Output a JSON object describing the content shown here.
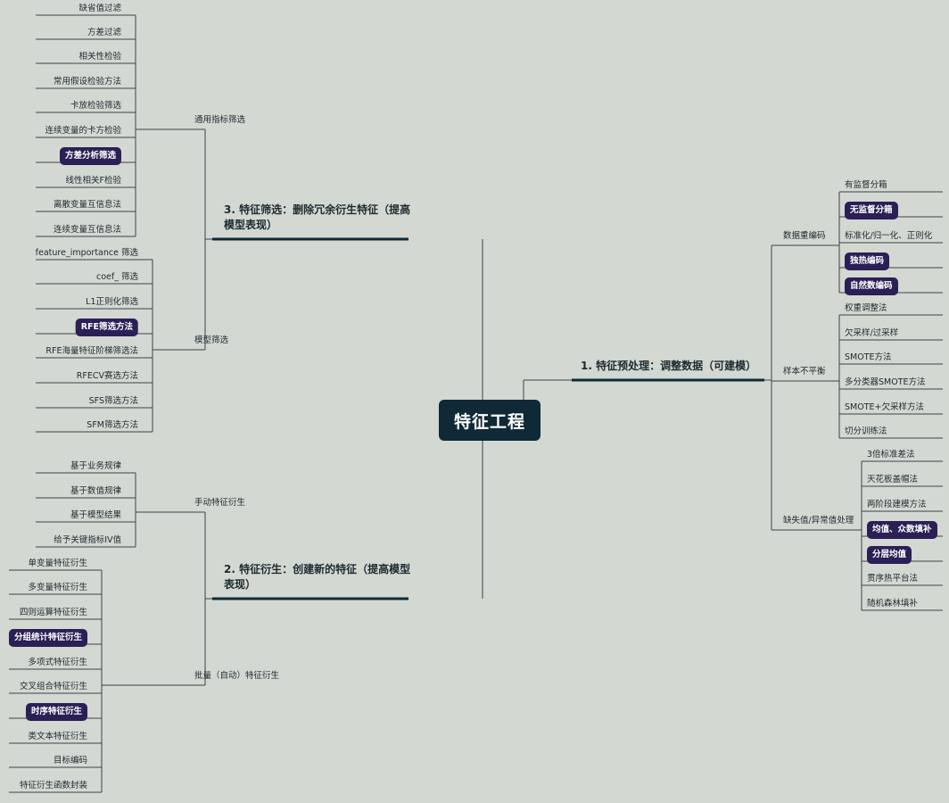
{
  "root": {
    "label": "特征工程"
  },
  "colors": {
    "background": "#d3d8d3",
    "root_fill": "#0f2a36",
    "highlight_fill": "#2b1f55",
    "line": "#3c4446",
    "branch_line": "#0f2a36"
  },
  "branches": [
    {
      "label": "1. 特征预处理：调整数据（可建模）",
      "groups": [
        {
          "label": "数据重编码",
          "items": [
            {
              "label": "有监督分箱"
            },
            {
              "label": "无监督分箱",
              "highlight": true
            },
            {
              "label": "标准化/归一化、正则化"
            },
            {
              "label": "独热编码",
              "highlight": true
            },
            {
              "label": "自然数编码",
              "highlight": true
            }
          ]
        },
        {
          "label": "样本不平衡",
          "items": [
            {
              "label": "权重调整法"
            },
            {
              "label": "欠采样/过采样"
            },
            {
              "label": "SMOTE方法"
            },
            {
              "label": "多分类器SMOTE方法"
            },
            {
              "label": "SMOTE+欠采样方法"
            },
            {
              "label": "切分训练法"
            }
          ]
        },
        {
          "label": "缺失值/异常值处理",
          "items": [
            {
              "label": "3倍标准差法"
            },
            {
              "label": "天花板盖帽法"
            },
            {
              "label": "两阶段建模方法"
            },
            {
              "label": "均值、众数填补",
              "highlight": true
            },
            {
              "label": "分层均值",
              "highlight": true
            },
            {
              "label": "贯序热平台法"
            },
            {
              "label": "随机森林填补"
            }
          ]
        }
      ]
    },
    {
      "label": "2. 特征衍生：创建新的特征（提高模型表现）",
      "groups": [
        {
          "label": "手动特征衍生",
          "items": [
            {
              "label": "基于业务规律"
            },
            {
              "label": "基于数值规律"
            },
            {
              "label": "基于模型结果"
            },
            {
              "label": "给予关键指标IV值"
            }
          ]
        },
        {
          "label": "批量（自动）特征衍生",
          "items": [
            {
              "label": "单变量特征衍生"
            },
            {
              "label": "多变量特征衍生"
            },
            {
              "label": "四则运算特征衍生"
            },
            {
              "label": "分组统计特征衍生",
              "highlight": true
            },
            {
              "label": "多项式特征衍生"
            },
            {
              "label": "交叉组合特征衍生"
            },
            {
              "label": "时序特征衍生",
              "highlight": true
            },
            {
              "label": "类文本特征衍生"
            },
            {
              "label": "目标编码"
            },
            {
              "label": "特征衍生函数封装"
            }
          ]
        }
      ]
    },
    {
      "label": "3. 特征筛选：删除冗余衍生特征（提高模型表现）",
      "groups": [
        {
          "label": "通用指标筛选",
          "items": [
            {
              "label": "缺省值过滤"
            },
            {
              "label": "方差过滤"
            },
            {
              "label": "相关性检验"
            },
            {
              "label": "常用假设检验方法"
            },
            {
              "label": "卡放检验筛选"
            },
            {
              "label": "连续变量的卡方检验"
            },
            {
              "label": "方差分析筛选",
              "highlight": true
            },
            {
              "label": "线性相关F检验"
            },
            {
              "label": "离散变量互信息法"
            },
            {
              "label": "连续变量互信息法"
            }
          ]
        },
        {
          "label": "模型筛选",
          "items": [
            {
              "label": "feature_importance 筛选"
            },
            {
              "label": "coef_ 筛选"
            },
            {
              "label": "L1正则化筛选"
            },
            {
              "label": "RFE筛选方法",
              "highlight": true
            },
            {
              "label": "RFE海量特征阶梯筛选法"
            },
            {
              "label": "RFECV赛选方法"
            },
            {
              "label": "SFS筛选方法"
            },
            {
              "label": "SFM筛选方法"
            }
          ]
        }
      ]
    }
  ]
}
